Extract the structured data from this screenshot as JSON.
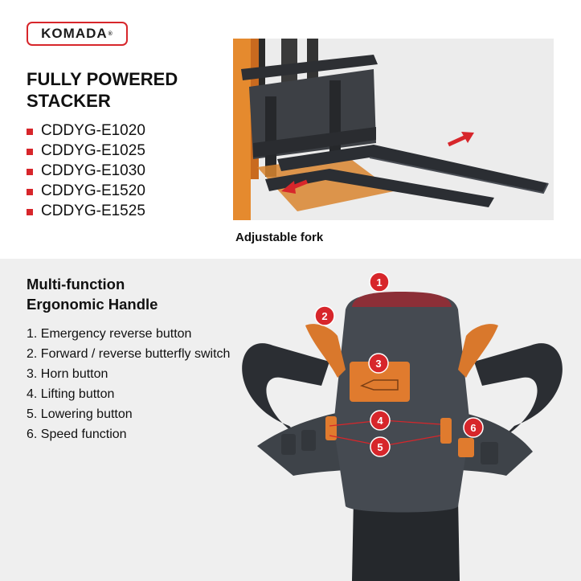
{
  "brand": {
    "name": "KOMADA",
    "reg": "®"
  },
  "product": {
    "title_line1": "FULLY POWERED",
    "title_line2": "STACKER",
    "models": [
      "CDDYG-E1020",
      "CDDYG-E1025",
      "CDDYG-E1030",
      "CDDYG-E1520",
      "CDDYG-E1525"
    ]
  },
  "fork": {
    "caption": "Adjustable fork"
  },
  "handle": {
    "title_line1": "Multi-function",
    "title_line2": "Ergonomic Handle",
    "features": [
      "1. Emergency reverse button",
      "2. Forward / reverse butterfly switch",
      "3. Horn button",
      "4. Lifting button",
      "5. Lowering button",
      "6. Speed function"
    ],
    "callouts": [
      "1",
      "2",
      "3",
      "4",
      "5",
      "6"
    ]
  },
  "colors": {
    "accent": "#d7262b",
    "orange": "#e07b2e",
    "handle_body": "#3e4349"
  }
}
